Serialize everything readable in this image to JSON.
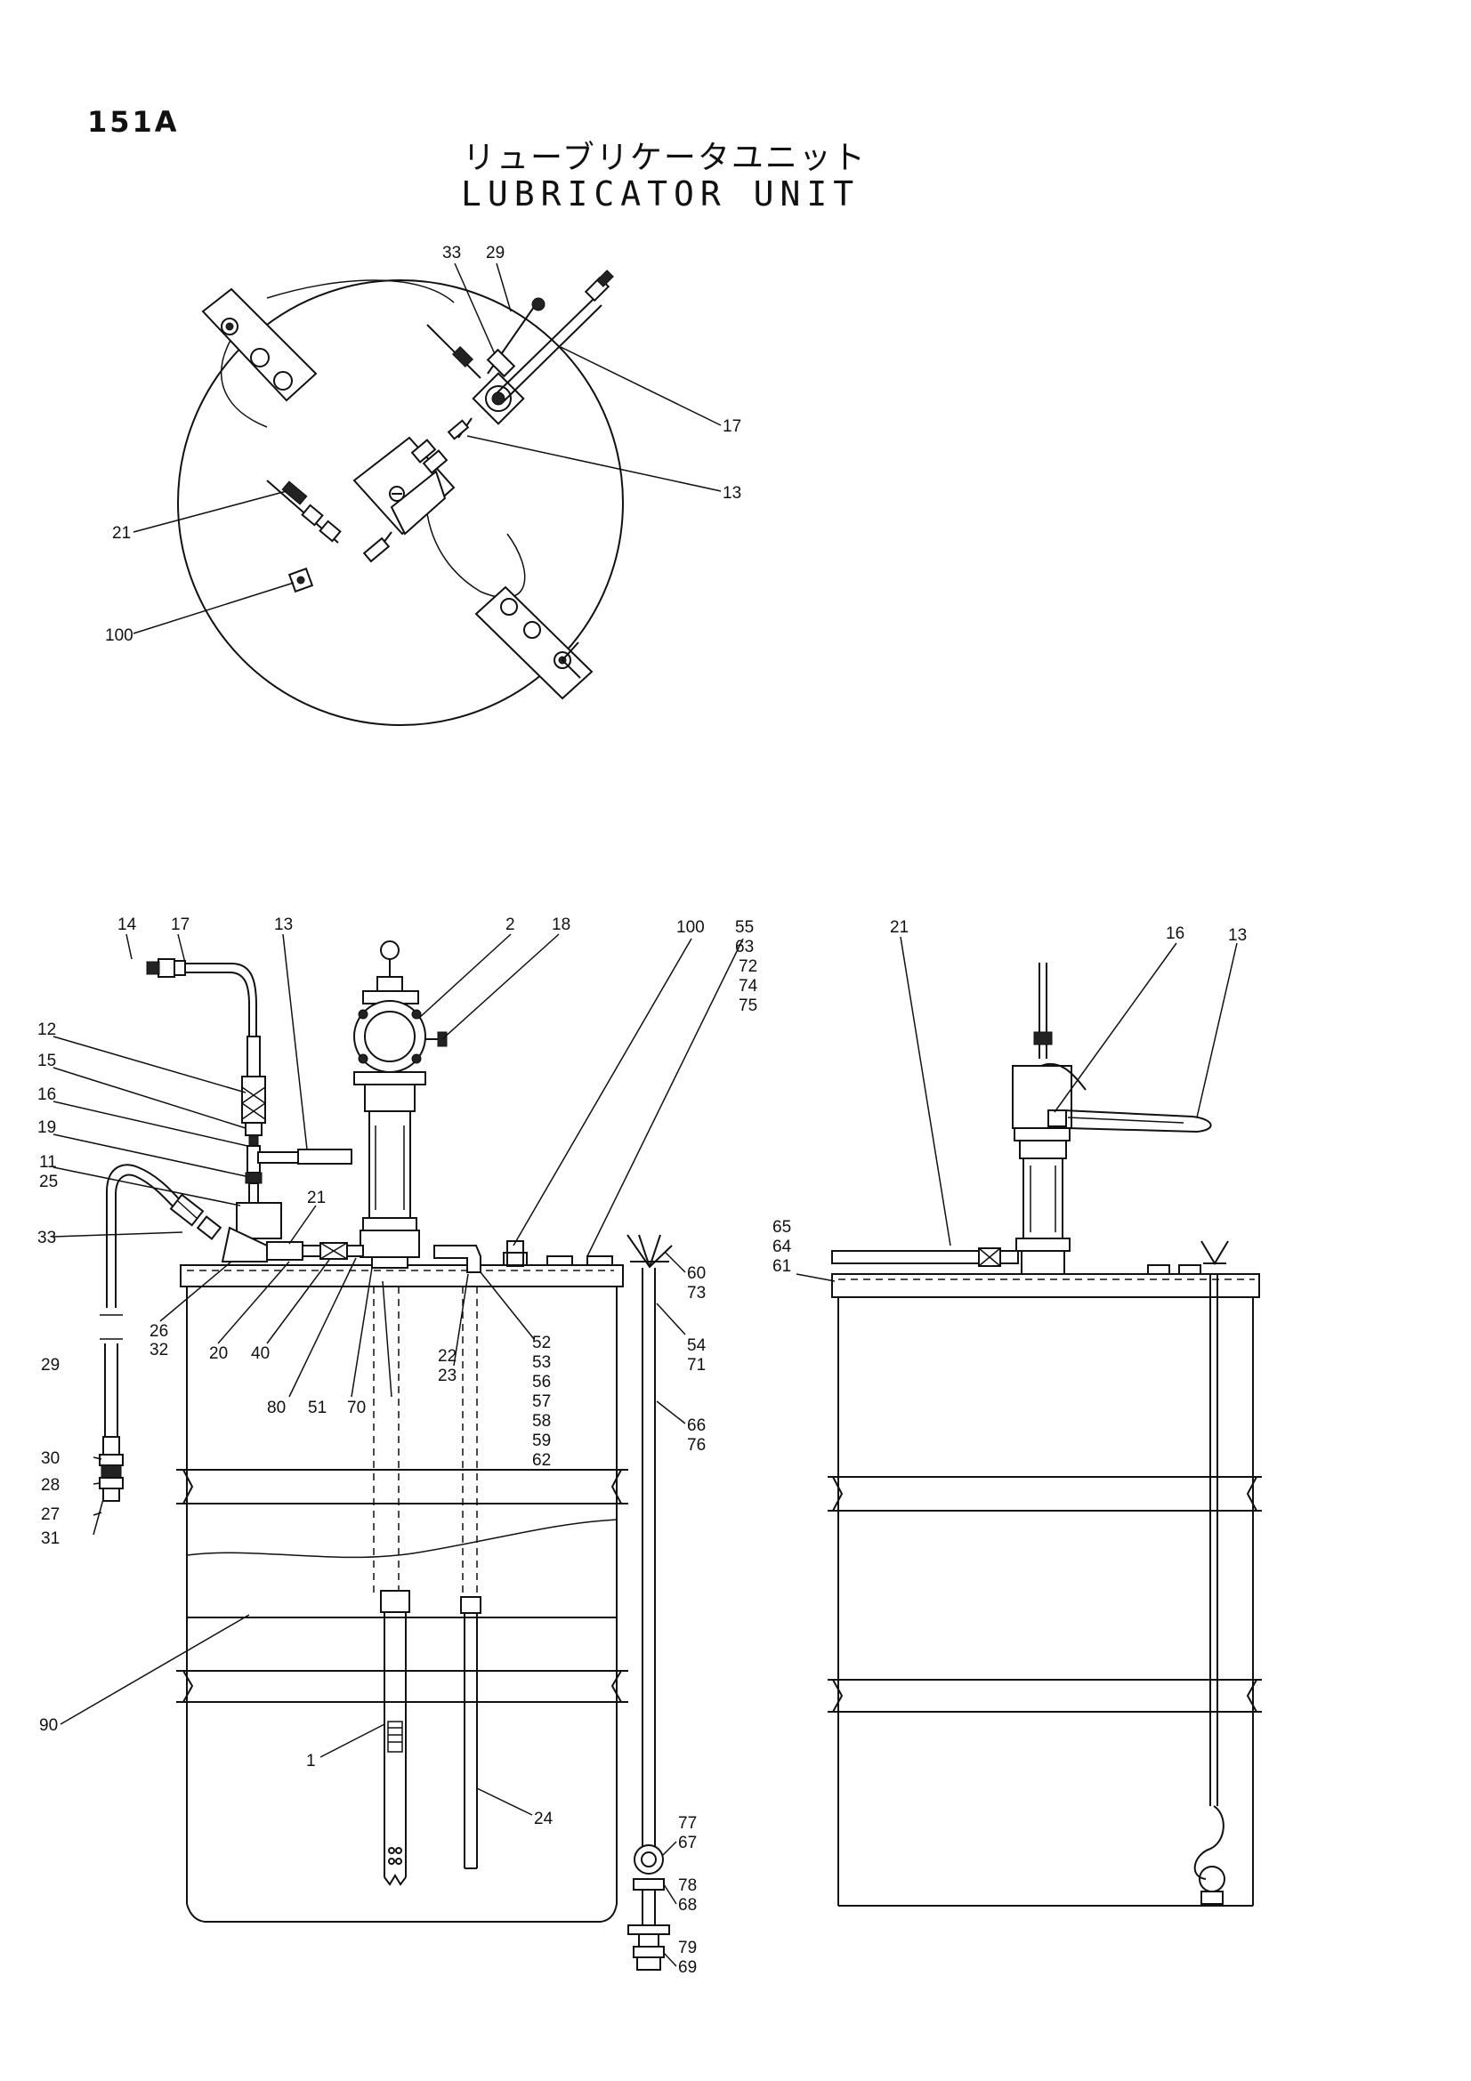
{
  "header": {
    "page_number": "151A",
    "title_ja": "リューブリケータユニット",
    "title_en": "LUBRICATOR UNIT"
  },
  "callouts": {
    "top_view": [
      "33",
      "29",
      "17",
      "13",
      "21",
      "100"
    ],
    "front_view": [
      "14",
      "17",
      "13",
      "2",
      "18",
      "100",
      "55",
      "63",
      "72",
      "74",
      "75",
      "12",
      "15",
      "16",
      "19",
      "11",
      "25",
      "21",
      "33",
      "26",
      "32",
      "20",
      "40",
      "80",
      "51",
      "70",
      "22",
      "23",
      "52",
      "53",
      "56",
      "57",
      "58",
      "59",
      "62",
      "60",
      "73",
      "54",
      "71",
      "66",
      "76",
      "29",
      "30",
      "28",
      "27",
      "31",
      "90",
      "1",
      "24",
      "77",
      "67",
      "78",
      "68",
      "79",
      "69"
    ],
    "side_view": [
      "21",
      "16",
      "13",
      "65",
      "64",
      "61"
    ]
  }
}
